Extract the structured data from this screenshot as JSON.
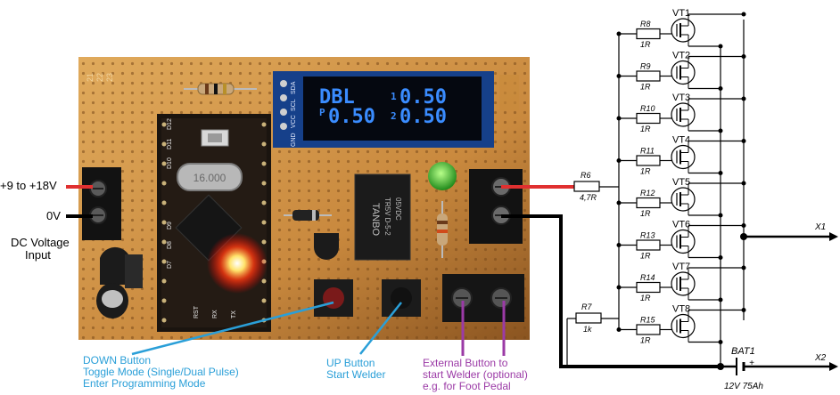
{
  "colors": {
    "annotation_blue": "#2a9fd8",
    "annotation_purple": "#9b3aa6",
    "wire_red": "#e03030",
    "wire_black": "#000000",
    "oled_text": "#3a8cff",
    "board": "#d8a050",
    "background": "#ffffff"
  },
  "labels": {
    "v_in": "+9 to +18V",
    "zero_v": "0V",
    "dc_input_line1": "DC Voltage",
    "dc_input_line2": "Input",
    "down_button_line1": "DOWN Button",
    "down_button_line2": "Toggle Mode (Single/Dual Pulse)",
    "down_button_line3": "Enter Programming Mode",
    "up_button_line1": "UP Button",
    "up_button_line2": "Start Welder",
    "ext_button_line1": "External Button to",
    "ext_button_line2": "start Welder (optional)",
    "ext_button_line3": "e.g. for Foot Pedal"
  },
  "oled": {
    "pin_labels": [
      "GND",
      "VCC",
      "SCL",
      "SDA"
    ],
    "mode": "DBL",
    "p_label": "P",
    "p_value": "0.50",
    "pulse1_label": "1",
    "pulse1_value": "0.50",
    "pulse2_label": "2",
    "pulse2_value": "0.50"
  },
  "board": {
    "crystal": "16.000",
    "relay_brand": "TANBO",
    "relay_model": "TR5V D-5-2",
    "relay_voltage": "05VDC",
    "row_numbers": [
      "21",
      "22",
      "23"
    ],
    "pin_labels_left": [
      "D12",
      "D11",
      "D10",
      "D9",
      "D8",
      "D7"
    ],
    "pin_labels_bottom": [
      "RST",
      "RX",
      "TX"
    ]
  },
  "schematic": {
    "transistors": [
      "VT1",
      "VT2",
      "VT3",
      "VT4",
      "VT5",
      "VT6",
      "VT7",
      "VT8"
    ],
    "gate_resistors": [
      {
        "name": "R8",
        "value": "1R"
      },
      {
        "name": "R9",
        "value": "1R"
      },
      {
        "name": "R10",
        "value": "1R"
      },
      {
        "name": "R11",
        "value": "1R"
      },
      {
        "name": "R12",
        "value": "1R"
      },
      {
        "name": "R13",
        "value": "1R"
      },
      {
        "name": "R14",
        "value": "1R"
      },
      {
        "name": "R15",
        "value": "1R"
      }
    ],
    "r6": {
      "name": "R6",
      "value": "4,7R"
    },
    "r7": {
      "name": "R7",
      "value": "1k"
    },
    "battery": {
      "name": "BAT1",
      "value": "12V 75Ah",
      "plus": "+"
    },
    "outputs": [
      "X1",
      "X2"
    ]
  }
}
